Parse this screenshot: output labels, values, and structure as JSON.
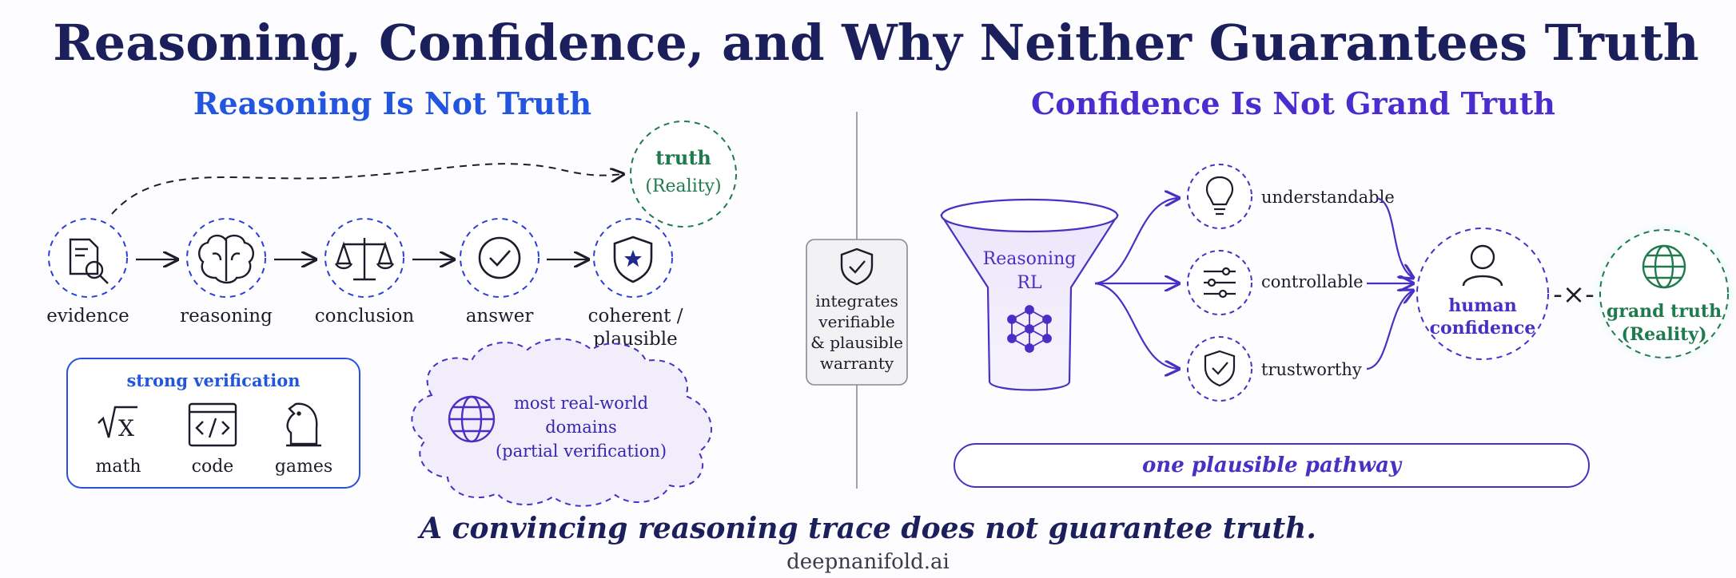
{
  "title": "Reasoning, Confidence, and Why Neither Guarantees Truth",
  "left": {
    "heading": "Reasoning Is Not Truth",
    "chain": [
      "evidence",
      "reasoning",
      "conclusion",
      "answer"
    ],
    "coherent_label_1": "coherent /",
    "coherent_label_2": "plausible",
    "truth_label": "truth",
    "truth_sub": "(Reality)",
    "strong_title": "strong verification",
    "strong_items": [
      "math",
      "code",
      "games"
    ],
    "cloud_lines": [
      "most real-world",
      "domains",
      "(partial verification)"
    ]
  },
  "divider_box": {
    "lines": [
      "integrates",
      "verifiable",
      "& plausible",
      "warranty"
    ]
  },
  "right": {
    "heading": "Confidence Is Not Grand Truth",
    "funnel_line1": "Reasoning",
    "funnel_line2": "RL",
    "branches": [
      "understandable",
      "controllable",
      "trustworthy"
    ],
    "human_line1": "human",
    "human_line2": "confidence",
    "x_mark": "-×-",
    "grand_line1": "grand truth",
    "grand_line2": "(Reality)",
    "pathway": "one plausible pathway"
  },
  "tagline": "A convincing reasoning trace does not guarantee truth.",
  "footer": "deepnanifold.ai",
  "colors": {
    "title": "#1b1f5c",
    "left_heading": "#2356e0",
    "right_heading": "#4a2ccf",
    "blue": "#2b3ed6",
    "purple": "#4a2fc4",
    "green": "#1f7a4d",
    "ink": "#1c1c2a",
    "cloud_fill": "#f1edfb",
    "teal_glow": "#d8f3ef"
  }
}
